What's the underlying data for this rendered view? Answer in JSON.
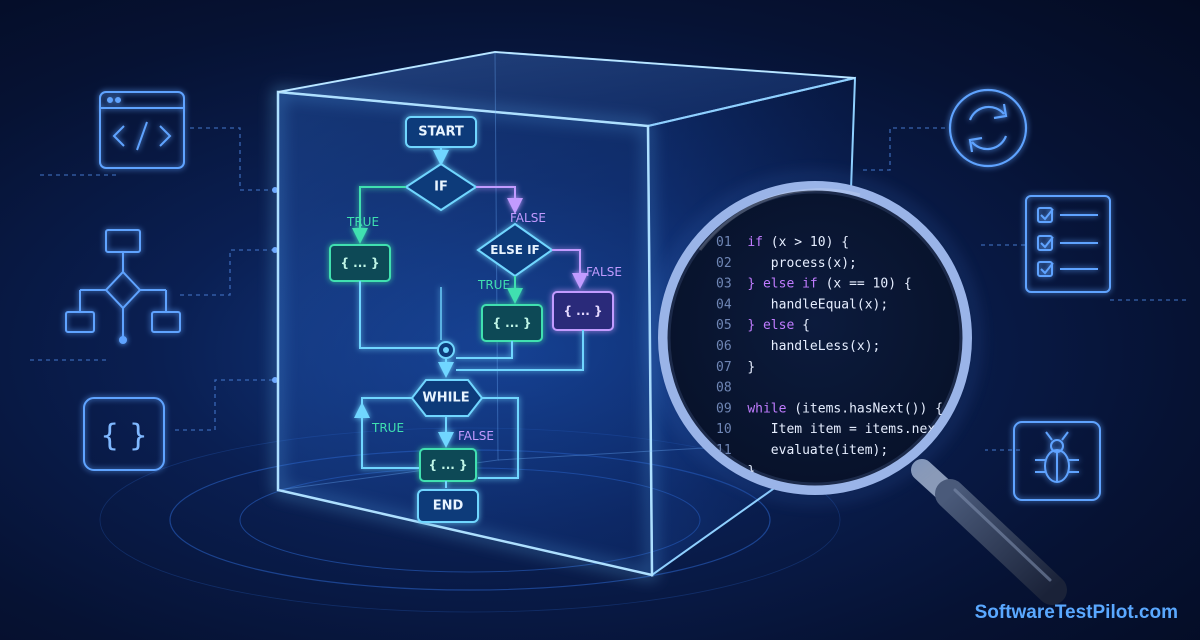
{
  "flowchart": {
    "start": "START",
    "if": "IF",
    "else_if": "ELSE IF",
    "while": "WHILE",
    "end": "END",
    "block": "{ ... }",
    "true": "TRUE",
    "false": "FALSE"
  },
  "code_lines": [
    {
      "num": "01",
      "kw": "if",
      "rest": " (x > 10) {"
    },
    {
      "num": "02",
      "kw": "",
      "rest": "   process(x);"
    },
    {
      "num": "03",
      "kw": "} else if",
      "rest": " (x == 10) {"
    },
    {
      "num": "04",
      "kw": "",
      "rest": "   handleEqual(x);"
    },
    {
      "num": "05",
      "kw": "} else",
      "rest": " {"
    },
    {
      "num": "06",
      "kw": "",
      "rest": "   handleLess(x);"
    },
    {
      "num": "07",
      "kw": "",
      "rest": "}"
    },
    {
      "num": "08",
      "kw": "",
      "rest": ""
    },
    {
      "num": "09",
      "kw": "while",
      "rest": " (items.hasNext()) {"
    },
    {
      "num": "10",
      "kw": "",
      "rest": "   Item item = items.next();"
    },
    {
      "num": "11",
      "kw": "",
      "rest": "   evaluate(item);"
    },
    {
      "num": "",
      "kw": "",
      "rest": "}"
    }
  ],
  "side_icons": {
    "left": [
      "code-window-icon",
      "flowchart-icon",
      "braces-icon"
    ],
    "right": [
      "refresh-icon",
      "checklist-icon",
      "bug-icon"
    ],
    "braces_glyph": "{ }"
  },
  "brand": "SoftwareTestPilot.com",
  "colors": {
    "background": "#06102a",
    "accent_blue": "#5aa8ff",
    "true_green": "#3fe0b0",
    "false_purple": "#c29bff",
    "cube_edge": "#8fd0ff"
  }
}
